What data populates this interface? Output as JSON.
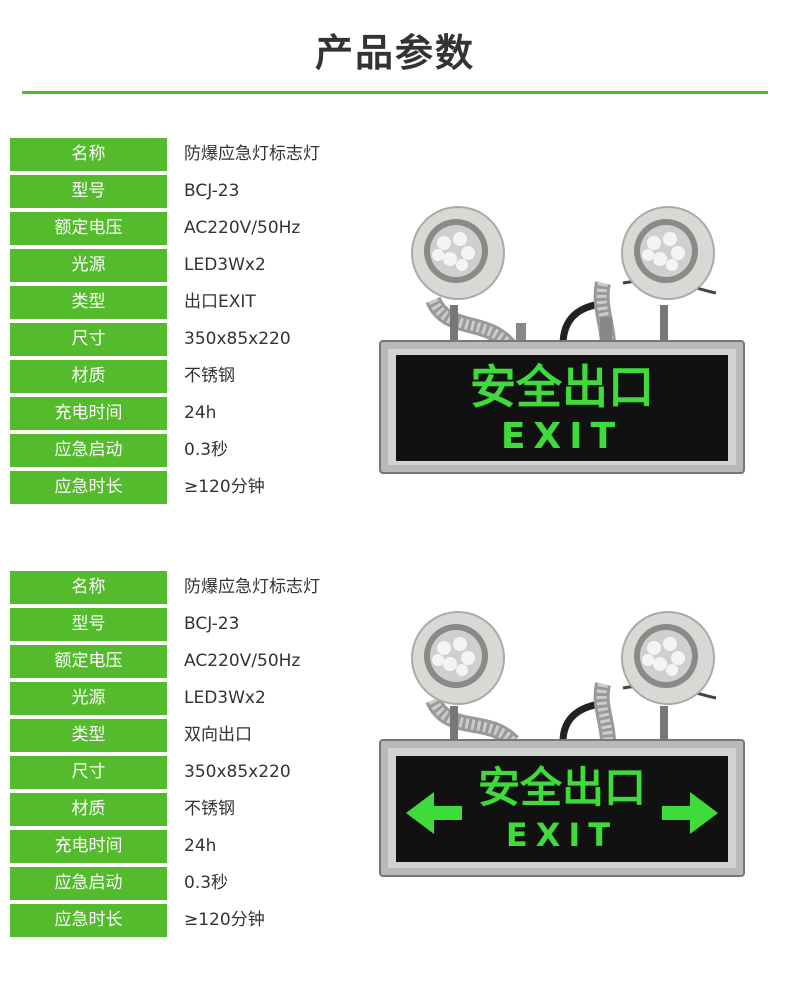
{
  "header": {
    "title": "产品参数"
  },
  "colors": {
    "accent": "#53bb2c",
    "sign_green": "#3edb3a",
    "panel_black": "#111111"
  },
  "products": [
    {
      "specs": [
        {
          "label": "名称",
          "value": "防爆应急灯标志灯"
        },
        {
          "label": "型号",
          "value": "BCJ-23"
        },
        {
          "label": "额定电压",
          "value": "AC220V/50Hz"
        },
        {
          "label": "光源",
          "value": "LED3Wx2"
        },
        {
          "label": "类型",
          "value": "出口EXIT"
        },
        {
          "label": "尺寸",
          "value": "350x85x220"
        },
        {
          "label": "材质",
          "value": "不锈钢"
        },
        {
          "label": "充电时间",
          "value": "24h"
        },
        {
          "label": "应急启动",
          "value": "0.3秒"
        },
        {
          "label": "应急时长",
          "value": "≥120分钟"
        }
      ],
      "sign": {
        "cn_text": "安全出口",
        "en_text": "EXIT",
        "arrows": false
      }
    },
    {
      "specs": [
        {
          "label": "名称",
          "value": "防爆应急灯标志灯"
        },
        {
          "label": "型号",
          "value": "BCJ-23"
        },
        {
          "label": "额定电压",
          "value": "AC220V/50Hz"
        },
        {
          "label": "光源",
          "value": "LED3Wx2"
        },
        {
          "label": "类型",
          "value": "双向出口"
        },
        {
          "label": "尺寸",
          "value": "350x85x220"
        },
        {
          "label": "材质",
          "value": "不锈钢"
        },
        {
          "label": "充电时间",
          "value": "24h"
        },
        {
          "label": "应急启动",
          "value": "0.3秒"
        },
        {
          "label": "应急时长",
          "value": "≥120分钟"
        }
      ],
      "sign": {
        "cn_text": "安全出口",
        "en_text": "EXIT",
        "arrows": true
      }
    }
  ]
}
